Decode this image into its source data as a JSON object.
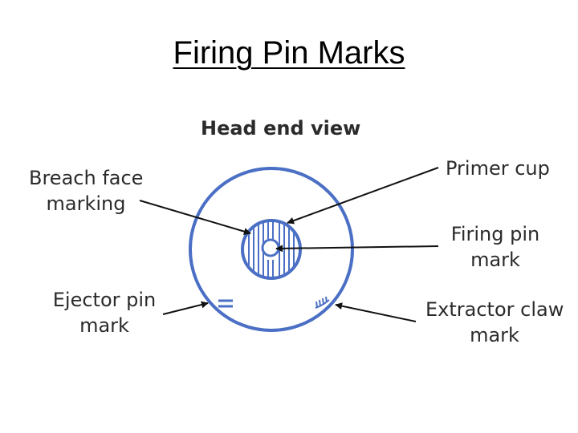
{
  "slide": {
    "title": "Firing Pin Marks"
  },
  "diagram": {
    "heading": "Head end view",
    "labels": {
      "breach_face": [
        "Breach face",
        "marking"
      ],
      "primer_cup": "Primer cup",
      "firing_pin": [
        "Firing pin",
        "mark"
      ],
      "ejector_pin": [
        "Ejector pin",
        "mark"
      ],
      "extractor_claw": [
        "Extractor claw",
        "mark"
      ]
    },
    "colors": {
      "case_outline": "#4a6fc4",
      "text": "#2b2b2b",
      "arrows": "#111111"
    }
  }
}
